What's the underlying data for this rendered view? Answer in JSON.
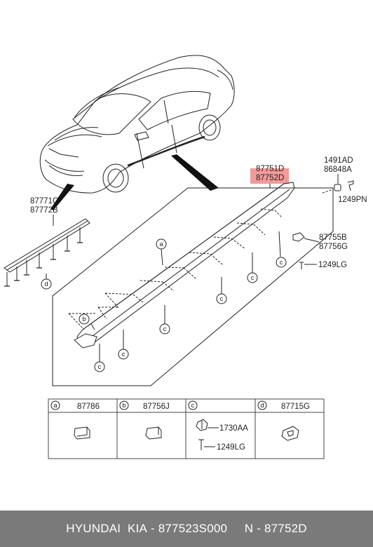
{
  "callouts": {
    "main_top": "87751D",
    "main_bottom": "87752D",
    "mold_top": "87771C",
    "mold_bottom": "87772B",
    "fastener_top": "1491AD",
    "fastener_bottom": "86848A",
    "screw_right": "1249PN",
    "bracket_top": "87755B",
    "bracket_bottom": "87756G",
    "bolt": "1249LG"
  },
  "letters": {
    "a": "a",
    "b": "b",
    "c": "c",
    "d": "d"
  },
  "legend": {
    "cells": [
      {
        "letter": "a",
        "code": "87786"
      },
      {
        "letter": "b",
        "code": "87756J"
      },
      {
        "letter": "c",
        "code": "",
        "parts": [
          "1730AA",
          "1249LG"
        ]
      },
      {
        "letter": "d",
        "code": "87715G"
      }
    ]
  },
  "footer": {
    "brand": "HYUNDAI  KIA",
    "sep": " - ",
    "part_number": "877523S000",
    "gap": "     ",
    "number_prefix": "N - ",
    "oem_number": "87752D"
  },
  "colors": {
    "highlight": "#f29a9a",
    "footer_bg": "#7a7a7a",
    "line": "#222222"
  }
}
